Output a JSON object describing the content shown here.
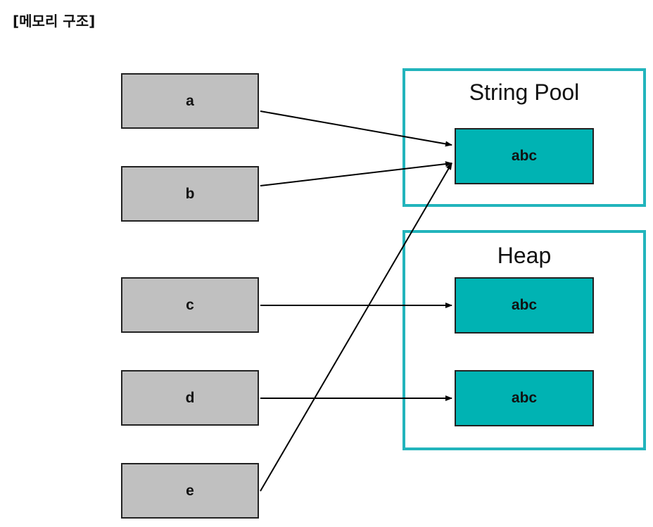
{
  "header": {
    "title": "[메모리 구조]"
  },
  "variables": [
    {
      "label": "a",
      "points_to": "string_pool.0"
    },
    {
      "label": "b",
      "points_to": "string_pool.0"
    },
    {
      "label": "c",
      "points_to": "heap.0"
    },
    {
      "label": "d",
      "points_to": "heap.1"
    },
    {
      "label": "e",
      "points_to": "string_pool.0"
    }
  ],
  "string_pool": {
    "title": "String Pool",
    "objects": [
      {
        "value": "abc"
      }
    ]
  },
  "heap": {
    "title": "Heap",
    "objects": [
      {
        "value": "abc"
      },
      {
        "value": "abc"
      }
    ]
  },
  "colors": {
    "variable_fill": "#c0c0c0",
    "object_fill": "#00b3b3",
    "region_border": "#22b4bc",
    "arrow": "#000000"
  }
}
